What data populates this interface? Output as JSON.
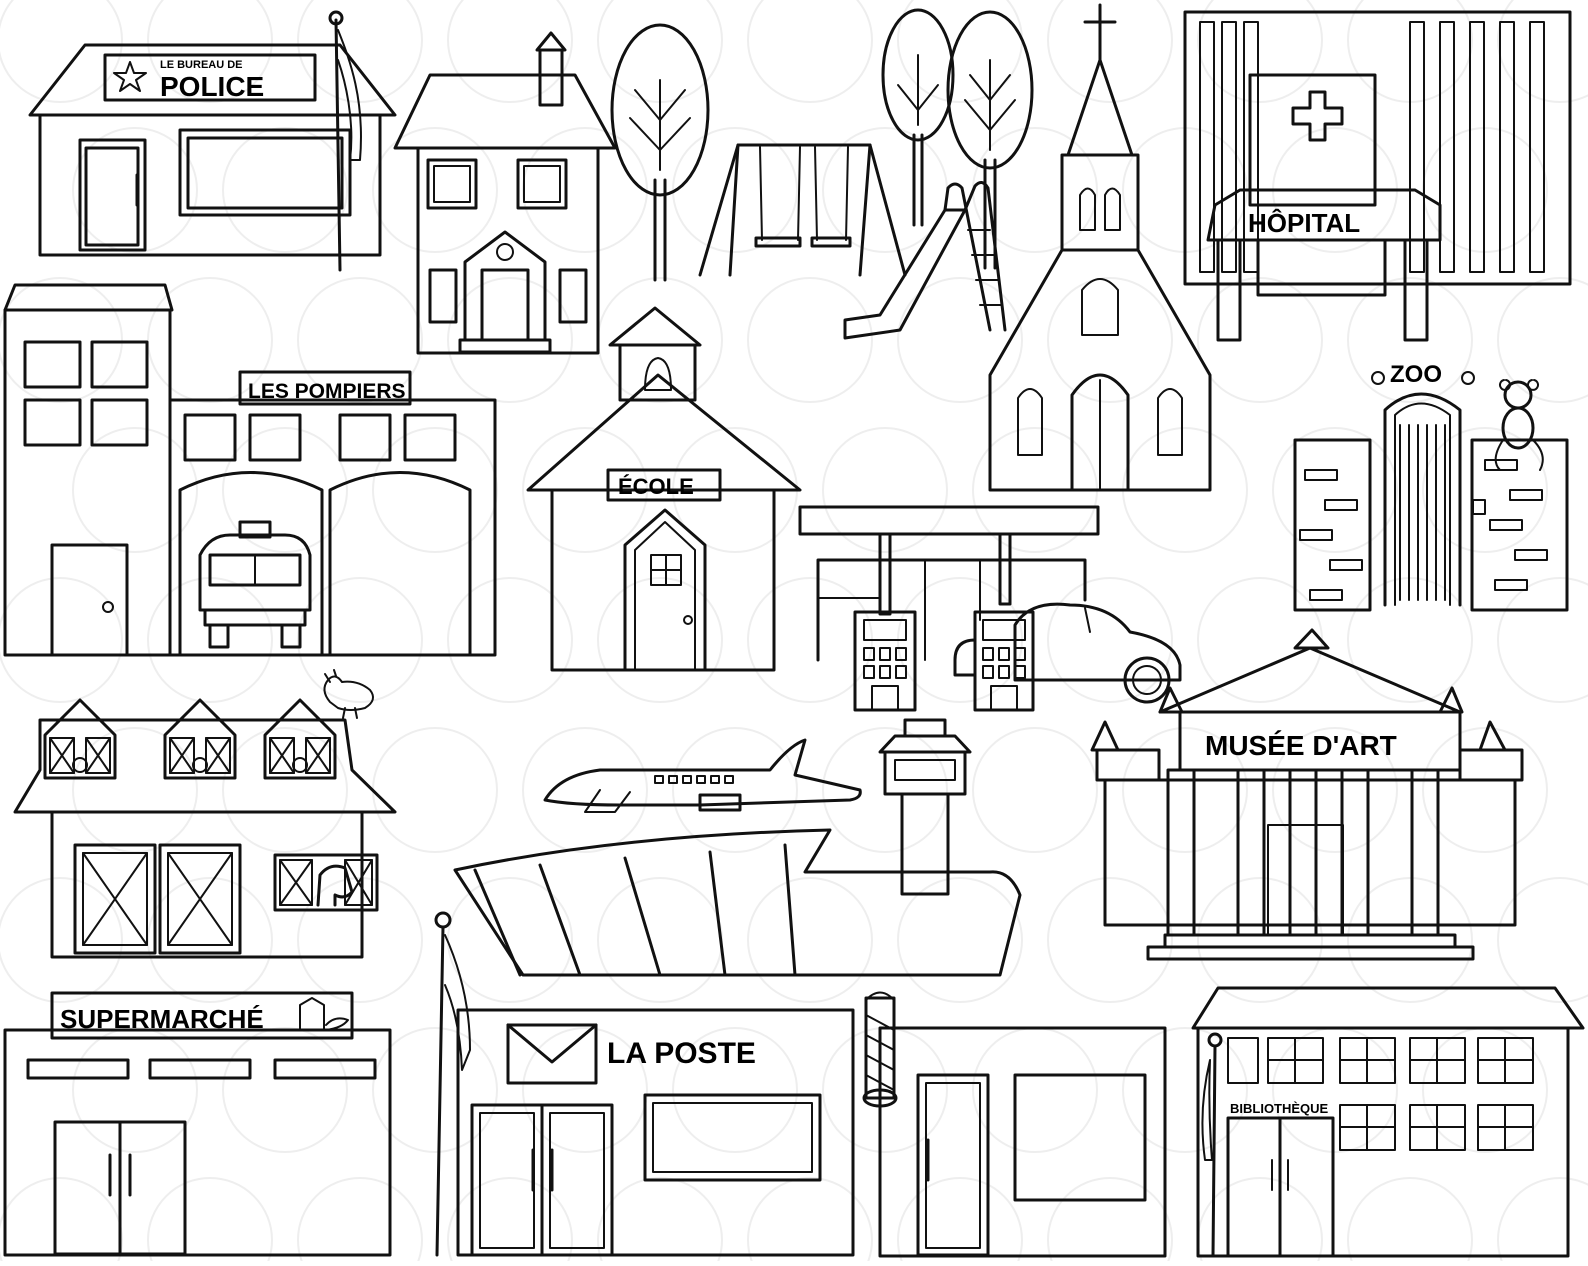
{
  "palette": {
    "ink": "#111111",
    "paper": "#ffffff",
    "watermark": "#eeeeee"
  },
  "signs": {
    "police_top": "LE BUREAU DE",
    "police_main": "POLICE",
    "firestation": "LES POMPIERS",
    "school": "ÉCOLE",
    "hospital": "HÔPITAL",
    "zoo": "ZOO",
    "museum": "MUSÉE D'ART",
    "supermarket": "SUPERMARCHÉ",
    "post_office": "LA POSTE",
    "library": "BIBLIOTHÈQUE"
  },
  "icons": [
    "star-icon",
    "cross-icon",
    "bell-icon",
    "envelope-icon",
    "rooster-icon",
    "monkey-icon",
    "horse-icon",
    "pig-icon",
    "fire-truck-icon",
    "car-icon",
    "airplane-icon",
    "swing-set-icon",
    "slide-icon",
    "tree-icon",
    "flag-icon",
    "barber-pole-icon",
    "gas-pump-icon"
  ]
}
